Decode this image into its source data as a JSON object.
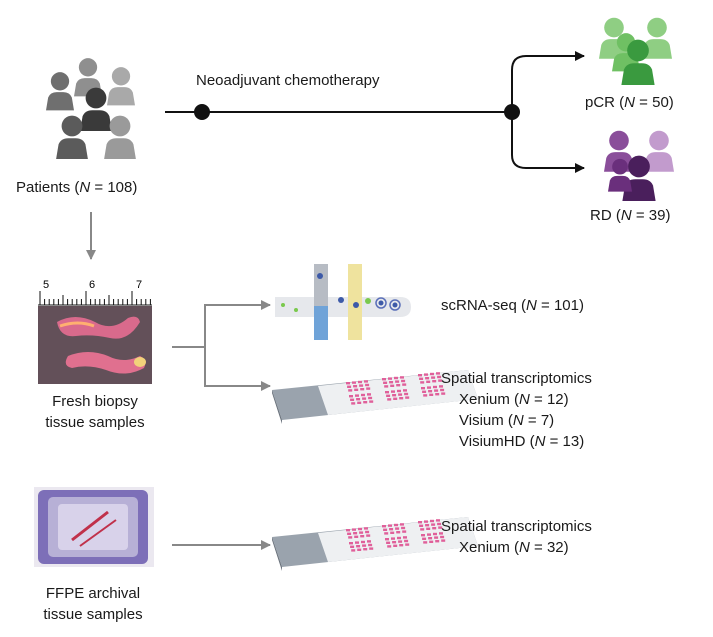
{
  "treatment_label": "Neoadjuvant chemotherapy",
  "patients": {
    "prefix": "Patients (",
    "n": "N",
    "suffix": " = 108)"
  },
  "pcr": {
    "prefix": "pCR (",
    "n": "N",
    "suffix": " = 50)"
  },
  "rd": {
    "prefix": "RD (",
    "n": "N",
    "suffix": " = 39)"
  },
  "ruler_ticks": [
    "5",
    "6",
    "7"
  ],
  "fresh_label": [
    "Fresh biopsy",
    "tissue samples"
  ],
  "ffpe_label": [
    "FFPE archival",
    "tissue samples"
  ],
  "scrnaseq": {
    "prefix": "scRNA-seq (",
    "n": "N",
    "suffix": " = 101)"
  },
  "spatial_fresh": {
    "title": "Spatial transcriptomics",
    "items": [
      {
        "prefix": "Xenium (",
        "n": "N",
        "suffix": " = 12)"
      },
      {
        "prefix": "Visium (",
        "n": "N",
        "suffix": " = 7)"
      },
      {
        "prefix": "VisiumHD (",
        "n": "N",
        "suffix": " = 13)"
      }
    ]
  },
  "spatial_ffpe": {
    "title": "Spatial transcriptomics",
    "items": [
      {
        "prefix": "Xenium (",
        "n": "N",
        "suffix": " = 32)"
      }
    ]
  },
  "colors": {
    "patients_group": "#6e6e6e",
    "pcr_group": "#5cb85c",
    "rd_group": "#7b3f8c",
    "line": "#111111",
    "arrow_gray": "#888888",
    "slide_spots": "#e0609a"
  }
}
